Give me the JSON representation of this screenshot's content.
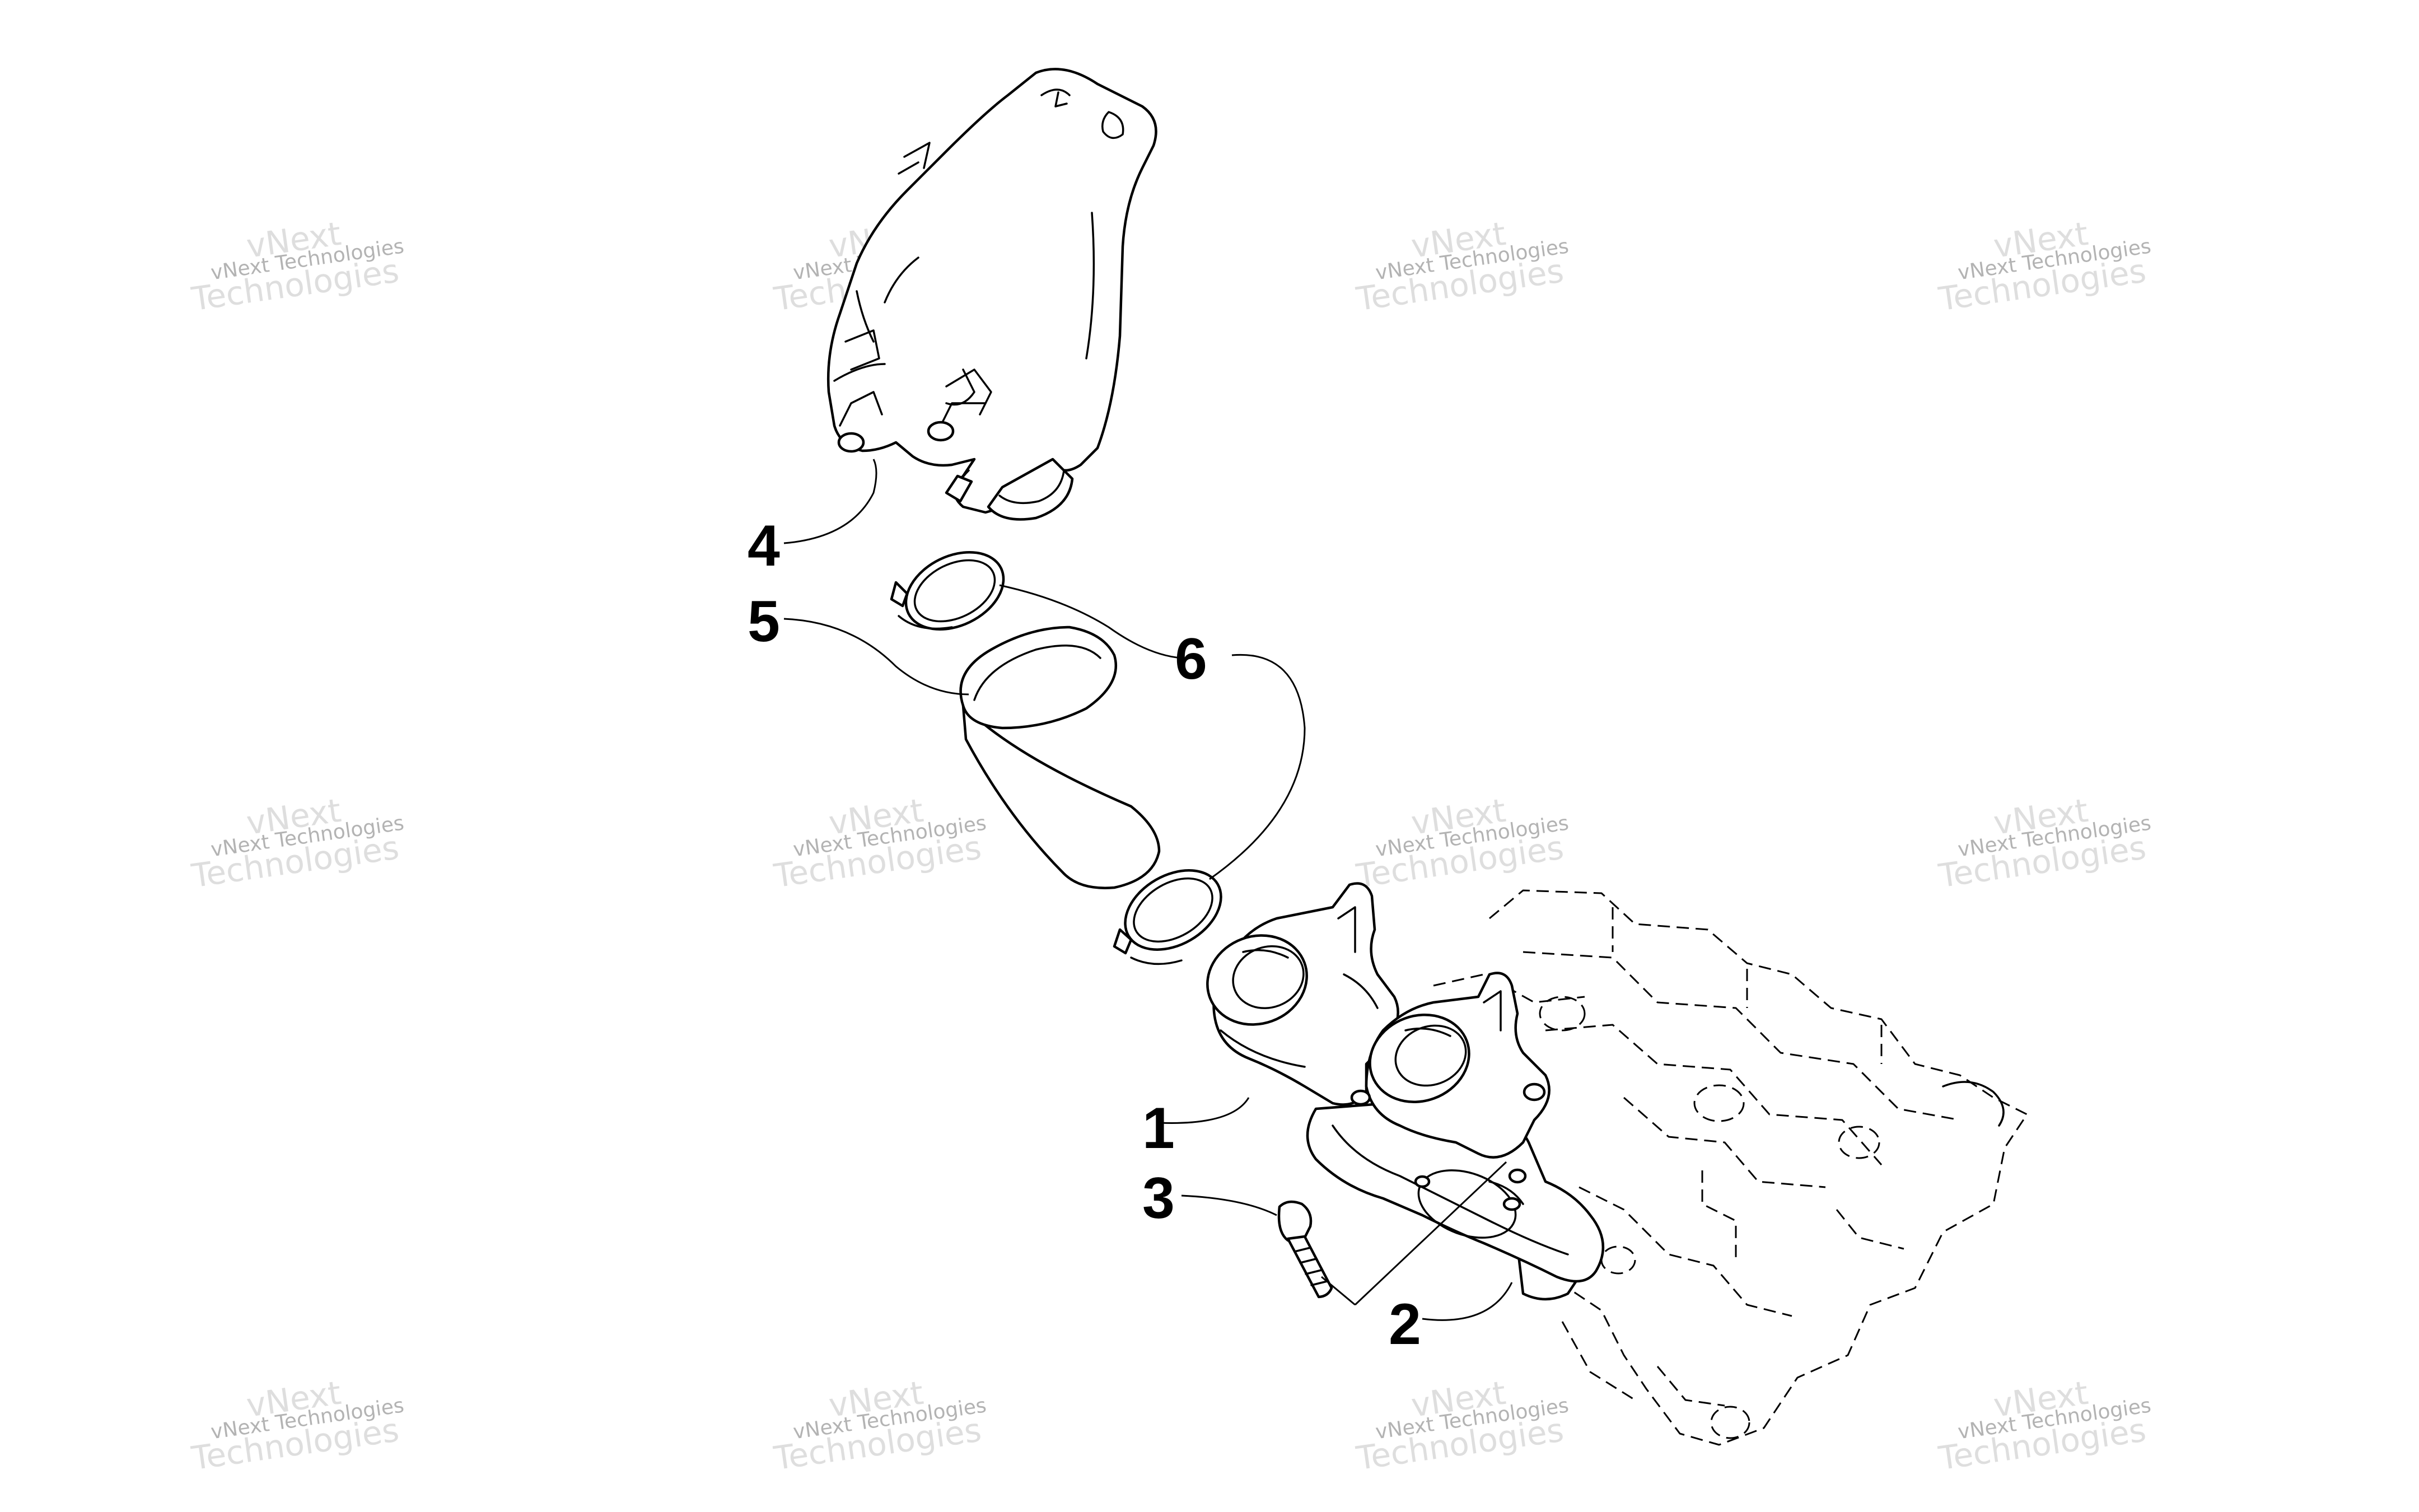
{
  "diagram": {
    "callouts": [
      "1",
      "2",
      "3",
      "4",
      "5",
      "6"
    ],
    "watermark": {
      "line1": "vNext Technologies",
      "line2": "vNext",
      "line3": "Technologies"
    }
  }
}
